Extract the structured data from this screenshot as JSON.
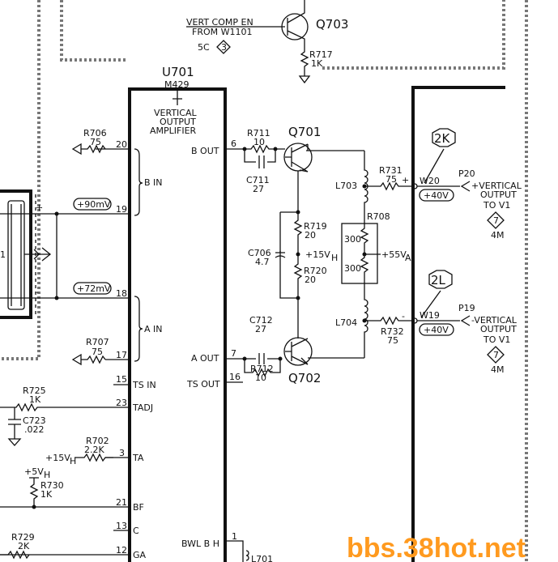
{
  "ic": {
    "ref": "U701",
    "part": "M429",
    "func1": "VERTICAL",
    "func2": "OUTPUT",
    "func3": "AMPLIFIER"
  },
  "pins": {
    "p20": "20",
    "p19": "19",
    "p18": "18",
    "p17": "17",
    "p15": "15",
    "p23": "23",
    "p3": "3",
    "p21": "21",
    "p13": "13",
    "p12": "12",
    "p6": "6",
    "p7": "7",
    "p16": "16",
    "p1": "1",
    "bin": "B IN",
    "ain": "A IN",
    "tsin": "TS IN",
    "tadj": "TADJ",
    "ta": "TA",
    "bf": "BF",
    "c": "C",
    "ga": "GA",
    "bout": "B OUT",
    "aout": "A OUT",
    "tsout": "TS OUT",
    "bwlbh": "BWL B H"
  },
  "left": {
    "r706": "R706",
    "r706v": "75",
    "r707": "R707",
    "r707v": "75",
    "v90": "+90mV",
    "v72": "+72mV",
    "plus": "+",
    "minus": "-",
    "one": "1",
    "r725": "R725",
    "r725v": "1K",
    "c723": "C723",
    "c723v": ".022",
    "r702": "R702",
    "r702v": "2.2K",
    "p15v": "+15V",
    "p15vsub": "H",
    "p5v": "+5V",
    "p5vsub": "H",
    "r730": "R730",
    "r730v": "1K",
    "r729": "R729",
    "r729v": "2K"
  },
  "top": {
    "vc1": "VERT COMP EN",
    "vc2": "FROM W1101",
    "ref5c": "5C",
    "ref3": "3",
    "q703": "Q703",
    "r717": "R717",
    "r717v": "1K"
  },
  "stage": {
    "r711": "R711",
    "r711v": "10",
    "c711": "C711",
    "c711v": "27",
    "q701": "Q701",
    "r719": "R719",
    "r719v": "20",
    "r720": "R720",
    "r720v": "20",
    "c706": "C706",
    "c706v": "4.7",
    "p15": "+15V",
    "p15sub": "H",
    "c712": "C712",
    "c712v": "27",
    "r712": "R712",
    "r712v": "10",
    "q702": "Q702",
    "l703": "L703",
    "l704": "L704",
    "r708": "R708",
    "r708a": "300",
    "r708b": "300",
    "p55": "+55V",
    "p55sub": "A",
    "r731": "R731",
    "r731v": "75",
    "r732": "R732",
    "r732v": "75",
    "plus": "+",
    "minus": "-",
    "l701": "L701"
  },
  "right": {
    "tag2k": "2K",
    "tag2l": "2L",
    "w20": "W20",
    "w19": "W19",
    "v40a": "+40V",
    "v40b": "+40V",
    "p20": "P20",
    "p19": "P19",
    "o20a": "+VERTICAL",
    "o20b": "OUTPUT",
    "o20c": "TO V1",
    "o19a": "-VERTICAL",
    "o19b": "OUTPUT",
    "o19c": "TO V1",
    "ref7a": "7",
    "ref4ma": "4M",
    "ref7b": "7",
    "ref4mb": "4M"
  },
  "watermark": "bbs.38hot.net"
}
